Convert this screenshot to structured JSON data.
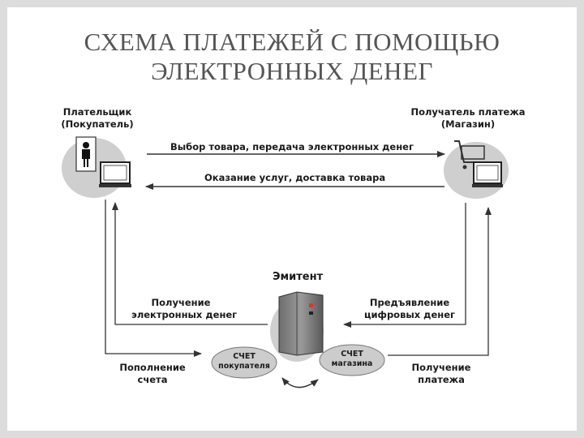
{
  "title": {
    "line1": "СХЕМА ПЛАТЕЖЕЙ С ПОМОЩЬЮ",
    "line2": "ЭЛЕКТРОННЫХ ДЕНЕГ"
  },
  "diagram": {
    "payer": {
      "line1": "Плательщик",
      "line2": "(Покупатель)"
    },
    "recipient": {
      "line1": "Получатель платежа",
      "line2": "(Магазин)"
    },
    "issuer": "Эмитент",
    "flow_top": "Выбор товара, передача электронных денег",
    "flow_bottom": "Оказание услуг, доставка товара",
    "receive_emoney": {
      "line1": "Получение",
      "line2": "электронных денег"
    },
    "present_digital": {
      "line1": "Предъявление",
      "line2": "цифровых денег"
    },
    "top_up": {
      "line1": "Пополнение",
      "line2": "счета"
    },
    "receive_payment": {
      "line1": "Получение",
      "line2": "платежа"
    },
    "buyer_account": {
      "line1": "СЧЕТ",
      "line2": "покупателя"
    },
    "shop_account": {
      "line1": "СЧЕТ",
      "line2": "магазина"
    }
  }
}
